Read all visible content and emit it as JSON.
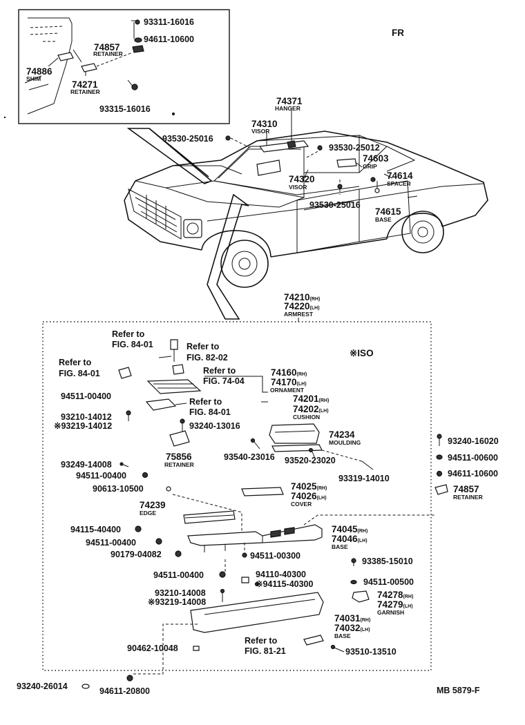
{
  "figure_code": "MB 5879-F",
  "direction": "FR",
  "inset_top": {
    "labels": [
      {
        "num": "93311-16016",
        "name": ""
      },
      {
        "num": "94611-10600",
        "name": ""
      },
      {
        "num": "74857",
        "name": "RETAINER"
      },
      {
        "num": "74886",
        "name": "SHIM"
      },
      {
        "num": "74271",
        "name": "RETAINER"
      },
      {
        "num": "93315-16016",
        "name": ""
      }
    ]
  },
  "car": {
    "labels": [
      {
        "num": "74371",
        "name": "HANGER"
      },
      {
        "num": "74310",
        "name": "VISOR"
      },
      {
        "num": "93530-25016",
        "name": ""
      },
      {
        "num": "93530-25012",
        "name": ""
      },
      {
        "num": "74603",
        "name": "GRIP"
      },
      {
        "num": "74614",
        "name": "SPACER"
      },
      {
        "num": "74320",
        "name": "VISOR"
      },
      {
        "num": "93530-25016",
        "name": ""
      },
      {
        "num": "74615",
        "name": "BASE"
      }
    ]
  },
  "armrest": {
    "num_rh": "74210",
    "num_lh": "74220",
    "name": "ARMREST",
    "iso_note": "※ISO"
  },
  "suffix": {
    "rh": "(RH)",
    "lh": "(LH)"
  },
  "refs": [
    {
      "line1": "Refer to",
      "line2": "FIG. 84-01"
    },
    {
      "line1": "Refer to",
      "line2": "FIG. 82-02"
    },
    {
      "line1": "Refer to",
      "line2": "FIG. 84-01"
    },
    {
      "line1": "Refer to",
      "line2": "FIG. 74-04"
    },
    {
      "line1": "Refer to",
      "line2": "FIG. 84-01"
    },
    {
      "line1": "Refer to",
      "line2": "FIG. 81-21"
    }
  ],
  "pairs": [
    {
      "rh": "74160",
      "lh": "74170",
      "name": "ORNAMENT"
    },
    {
      "rh": "74201",
      "lh": "74202",
      "name": "CUSHION"
    },
    {
      "rh": "74025",
      "lh": "74026",
      "name": "COVER"
    },
    {
      "rh": "74045",
      "lh": "74046",
      "name": "BASE"
    },
    {
      "rh": "74278",
      "lh": "74279",
      "name": "GARNISH"
    },
    {
      "rh": "74031",
      "lh": "74032",
      "name": "BASE"
    }
  ],
  "parts": [
    {
      "num": "94511-00400",
      "name": ""
    },
    {
      "num": "93210-14012",
      "name": ""
    },
    {
      "num": "※93219-14012",
      "name": ""
    },
    {
      "num": "93240-13016",
      "name": ""
    },
    {
      "num": "74234",
      "name": "MOULDING"
    },
    {
      "num": "93249-14008",
      "name": ""
    },
    {
      "num": "75856",
      "name": "RETAINER"
    },
    {
      "num": "93540-23016",
      "name": ""
    },
    {
      "num": "93520-23020",
      "name": ""
    },
    {
      "num": "94511-00400",
      "name": ""
    },
    {
      "num": "93319-14010",
      "name": ""
    },
    {
      "num": "90613-10500",
      "name": ""
    },
    {
      "num": "74239",
      "name": "EDGE"
    },
    {
      "num": "94115-40400",
      "name": ""
    },
    {
      "num": "94511-00400",
      "name": ""
    },
    {
      "num": "90179-04082",
      "name": ""
    },
    {
      "num": "94511-00300",
      "name": ""
    },
    {
      "num": "94511-00400",
      "name": ""
    },
    {
      "num": "94110-40300",
      "name": ""
    },
    {
      "num": "※94115-40300",
      "name": ""
    },
    {
      "num": "93210-14008",
      "name": ""
    },
    {
      "num": "※93219-14008",
      "name": ""
    },
    {
      "num": "90462-10048",
      "name": ""
    },
    {
      "num": "93510-13510",
      "name": ""
    },
    {
      "num": "93385-15010",
      "name": ""
    },
    {
      "num": "94511-00500",
      "name": ""
    },
    {
      "num": "93240-16020",
      "name": ""
    },
    {
      "num": "94511-00600",
      "name": ""
    },
    {
      "num": "94611-10600",
      "name": ""
    },
    {
      "num": "74857",
      "name": "RETAINER"
    }
  ],
  "bottom": [
    {
      "num": "93240-26014",
      "name": ""
    },
    {
      "num": "94611-20800",
      "name": ""
    }
  ]
}
